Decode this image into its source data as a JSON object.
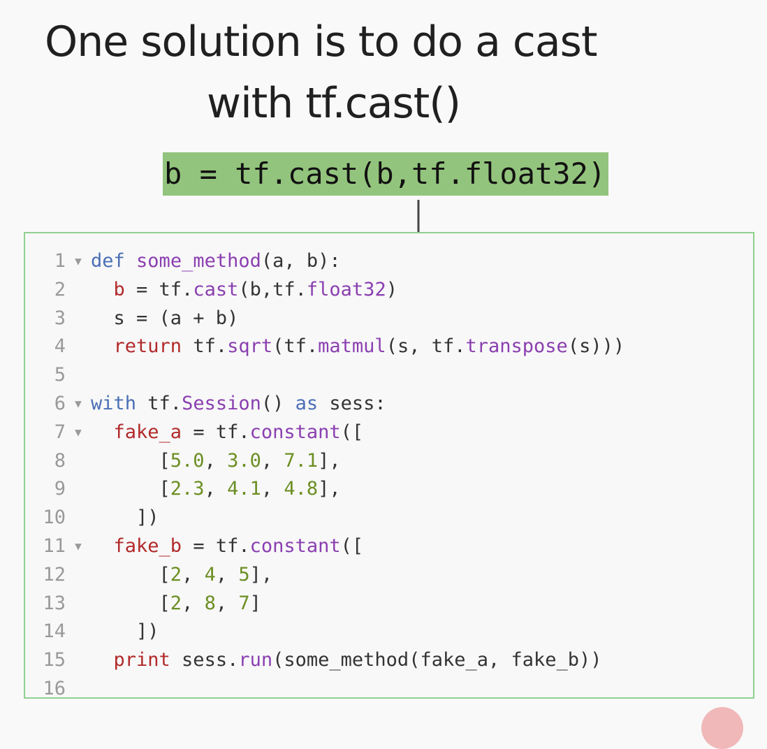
{
  "slide": {
    "title_line1": "One solution is to do a cast",
    "title_line2": "with tf.cast()",
    "callout": "b = tf.cast(b,tf.float32)"
  },
  "code": {
    "lines": [
      {
        "num": "1",
        "fold": true,
        "tokens": [
          {
            "t": "def",
            "c": "k-blue"
          },
          {
            "t": " "
          },
          {
            "t": "some_method",
            "c": "k-purple"
          },
          {
            "t": "(a, b):"
          }
        ]
      },
      {
        "num": "2",
        "fold": false,
        "tokens": [
          {
            "t": "  "
          },
          {
            "t": "b",
            "c": "k-red"
          },
          {
            "t": " = tf."
          },
          {
            "t": "cast",
            "c": "k-purple"
          },
          {
            "t": "(b,tf."
          },
          {
            "t": "float32",
            "c": "k-purple"
          },
          {
            "t": ")"
          }
        ]
      },
      {
        "num": "3",
        "fold": false,
        "tokens": [
          {
            "t": "  s = (a + b)"
          }
        ]
      },
      {
        "num": "4",
        "fold": false,
        "tokens": [
          {
            "t": "  "
          },
          {
            "t": "return",
            "c": "k-red"
          },
          {
            "t": " tf."
          },
          {
            "t": "sqrt",
            "c": "k-purple"
          },
          {
            "t": "(tf."
          },
          {
            "t": "matmul",
            "c": "k-purple"
          },
          {
            "t": "(s, tf."
          },
          {
            "t": "transpose",
            "c": "k-purple"
          },
          {
            "t": "(s)))"
          }
        ]
      },
      {
        "num": "5",
        "fold": false,
        "tokens": []
      },
      {
        "num": "6",
        "fold": true,
        "tokens": [
          {
            "t": "with",
            "c": "k-blue"
          },
          {
            "t": " tf."
          },
          {
            "t": "Session",
            "c": "k-purple"
          },
          {
            "t": "() "
          },
          {
            "t": "as",
            "c": "k-blue"
          },
          {
            "t": " sess:"
          }
        ]
      },
      {
        "num": "7",
        "fold": true,
        "tokens": [
          {
            "t": "  "
          },
          {
            "t": "fake_a",
            "c": "k-red"
          },
          {
            "t": " = tf."
          },
          {
            "t": "constant",
            "c": "k-purple"
          },
          {
            "t": "(["
          }
        ]
      },
      {
        "num": "8",
        "fold": false,
        "tokens": [
          {
            "t": "      ["
          },
          {
            "t": "5.0",
            "c": "k-green"
          },
          {
            "t": ", "
          },
          {
            "t": "3.0",
            "c": "k-green"
          },
          {
            "t": ", "
          },
          {
            "t": "7.1",
            "c": "k-green"
          },
          {
            "t": "],"
          }
        ]
      },
      {
        "num": "9",
        "fold": false,
        "tokens": [
          {
            "t": "      ["
          },
          {
            "t": "2.3",
            "c": "k-green"
          },
          {
            "t": ", "
          },
          {
            "t": "4.1",
            "c": "k-green"
          },
          {
            "t": ", "
          },
          {
            "t": "4.8",
            "c": "k-green"
          },
          {
            "t": "],"
          }
        ]
      },
      {
        "num": "10",
        "fold": false,
        "tokens": [
          {
            "t": "    ])"
          }
        ]
      },
      {
        "num": "11",
        "fold": true,
        "tokens": [
          {
            "t": "  "
          },
          {
            "t": "fake_b",
            "c": "k-red"
          },
          {
            "t": " = tf."
          },
          {
            "t": "constant",
            "c": "k-purple"
          },
          {
            "t": "(["
          }
        ]
      },
      {
        "num": "12",
        "fold": false,
        "tokens": [
          {
            "t": "      ["
          },
          {
            "t": "2",
            "c": "k-green"
          },
          {
            "t": ", "
          },
          {
            "t": "4",
            "c": "k-green"
          },
          {
            "t": ", "
          },
          {
            "t": "5",
            "c": "k-green"
          },
          {
            "t": "],"
          }
        ]
      },
      {
        "num": "13",
        "fold": false,
        "tokens": [
          {
            "t": "      ["
          },
          {
            "t": "2",
            "c": "k-green"
          },
          {
            "t": ", "
          },
          {
            "t": "8",
            "c": "k-green"
          },
          {
            "t": ", "
          },
          {
            "t": "7",
            "c": "k-green"
          },
          {
            "t": "]"
          }
        ]
      },
      {
        "num": "14",
        "fold": false,
        "tokens": [
          {
            "t": "    ])"
          }
        ]
      },
      {
        "num": "15",
        "fold": false,
        "tokens": [
          {
            "t": "  "
          },
          {
            "t": "print",
            "c": "k-red"
          },
          {
            "t": " sess."
          },
          {
            "t": "run",
            "c": "k-purple"
          },
          {
            "t": "(some_method(fake_a, fake_b))"
          }
        ]
      },
      {
        "num": "16",
        "fold": false,
        "tokens": []
      }
    ]
  },
  "icons": {
    "fold": "fold-triangle-icon",
    "arrow": "down-arrow-icon"
  },
  "colors": {
    "highlight": "#93c47d",
    "code_border": "#8fd08f",
    "keyword": "#4a6fb5",
    "variable": "#b22a2a",
    "function": "#8a3fb0",
    "number": "#6b8e23"
  }
}
